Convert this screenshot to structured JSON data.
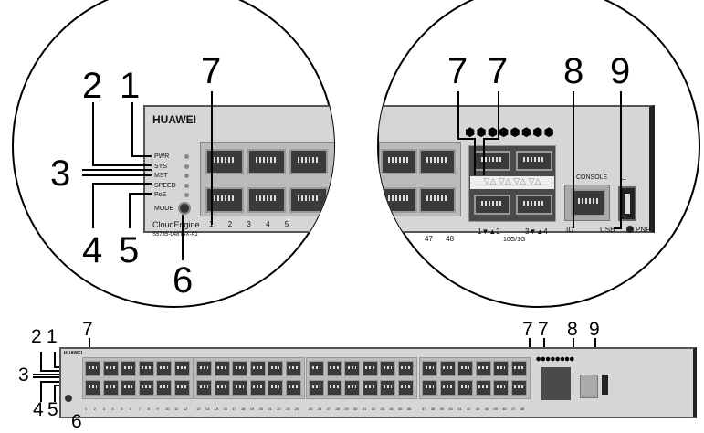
{
  "brand": "HUAWEI",
  "series": "CloudEngine",
  "model": "S5735-L48T4X-A1",
  "indicators": [
    "PWR",
    "SYS",
    "MST",
    "SPEED",
    "PoE"
  ],
  "mode_button": "MODE",
  "left_port_numbers": [
    "1",
    "2",
    "3",
    "4",
    "5"
  ],
  "right_port_numbers": [
    "47",
    "48"
  ],
  "sfp_labels": {
    "pair1": "1▼▲2",
    "pair2": "3▼▲4",
    "speed": "10G/1G"
  },
  "console_label": "CONSOLE",
  "id_label": "ID",
  "usb_label": "USB",
  "pnp_label": "PNP",
  "callouts": {
    "c1": "1",
    "c2": "2",
    "c3": "3",
    "c4": "4",
    "c5": "5",
    "c6": "6",
    "c7": "7",
    "c8": "8",
    "c9": "9"
  },
  "bottom_port_count": 48
}
